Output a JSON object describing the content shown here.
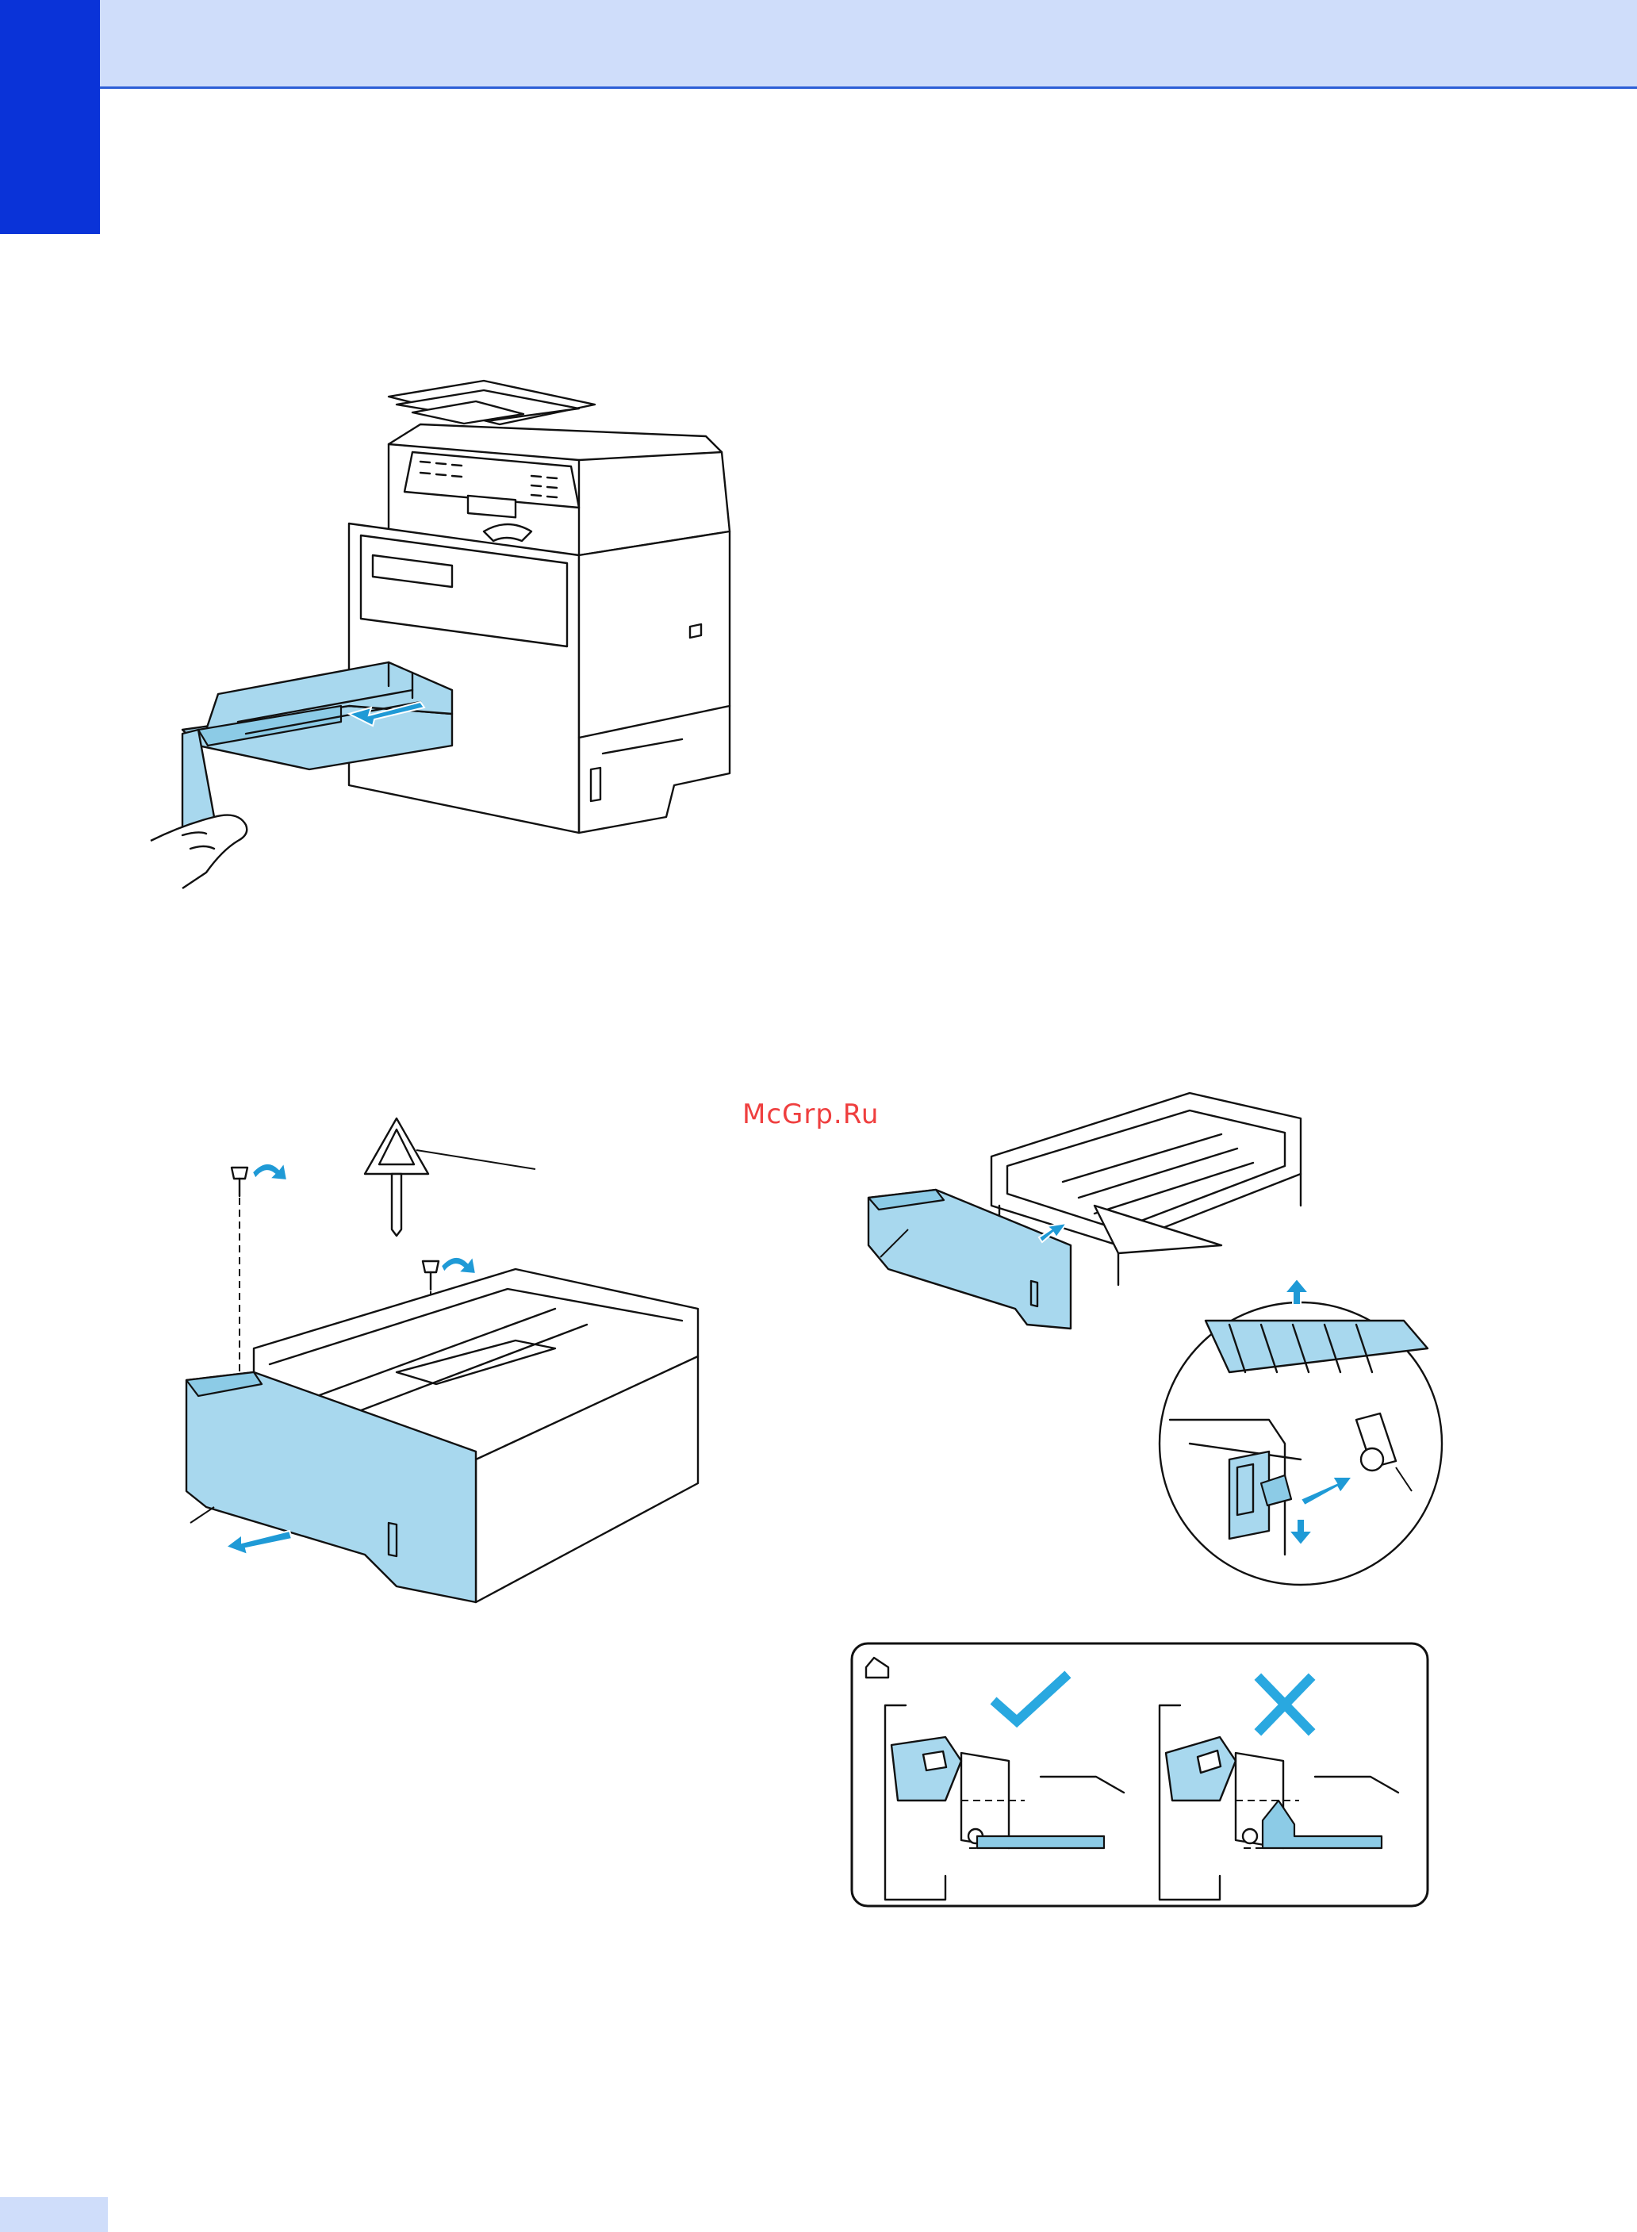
{
  "page": {
    "watermark": "McGrp.Ru",
    "figures": [
      {
        "id": "fig-remove-tray",
        "icons": [
          "printer-icon",
          "paper-tray-icon",
          "hand-icon",
          "pull-arrow-icon"
        ]
      },
      {
        "id": "fig-remove-screws",
        "icons": [
          "screw-icon",
          "screwdriver-icon",
          "paper-tray-icon",
          "rotate-arrow-icon",
          "pull-arrow-icon"
        ]
      },
      {
        "id": "fig-attach-front-cover",
        "icons": [
          "tray-frame-icon",
          "front-cover-icon",
          "magnifier-circle-icon",
          "push-arrow-icon"
        ]
      },
      {
        "id": "fig-note-panel",
        "icons": [
          "note-icon",
          "checkmark-icon",
          "cross-icon"
        ]
      }
    ],
    "colors": {
      "header_band": "#cfddfa",
      "side_tab": "#0a33d8",
      "accent_blue": "#a8d8ee",
      "arrow_blue": "#1f9ad6",
      "watermark": "#ef3f3f"
    }
  }
}
